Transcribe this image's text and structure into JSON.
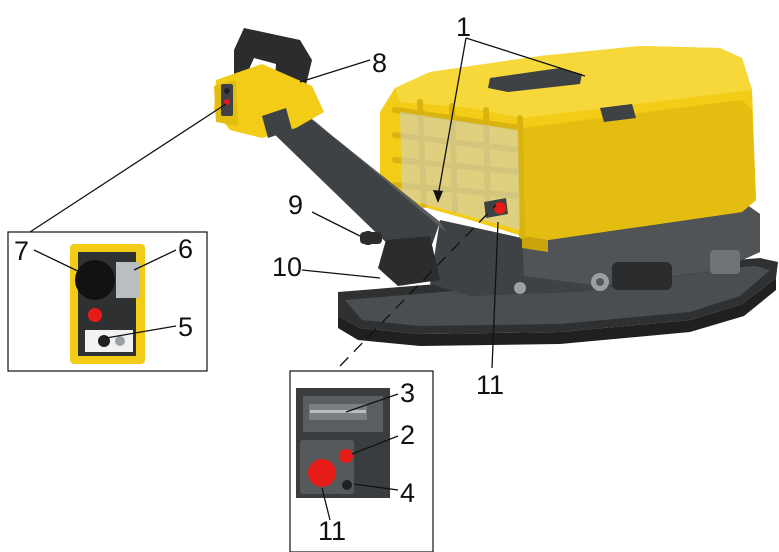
{
  "callouts": {
    "c1": "1",
    "c2": "2",
    "c3": "3",
    "c4": "4",
    "c5": "5",
    "c6": "6",
    "c7": "7",
    "c8": "8",
    "c9": "9",
    "c10": "10",
    "c11_main": "11",
    "c11_inset": "11"
  },
  "colors": {
    "body_yellow": "#f2cc17",
    "dark_steel": "#3f4244",
    "frame_grey": "#6f7476",
    "base_plate": "#2e3032",
    "stop_red": "#e41b17",
    "leader": "#111111"
  }
}
